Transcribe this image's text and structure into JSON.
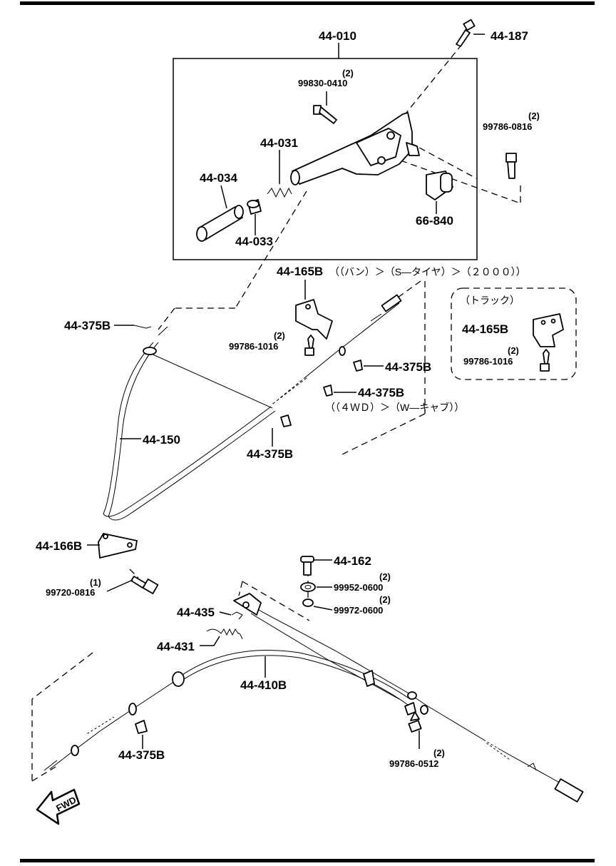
{
  "labels": {
    "l44010": "44-010",
    "l44187": "44-187",
    "q2_a": "(2)",
    "l99830": "99830-0410",
    "q2_b": "(2)",
    "l99786_0816": "99786-0816",
    "l44031": "44-031",
    "l44034": "44-034",
    "l44033": "44-033",
    "l66840": "66-840",
    "l44165B": "44-165B",
    "cond_van": "（（バン）＞（S—タイヤ）＞（２０００））",
    "truck": "（トラック）",
    "l44165B_t": "44-165B",
    "q2_t": "(2)",
    "l99786_1016_t": "99786-1016",
    "l44375B_1": "44-375B",
    "q2_c": "(2)",
    "l99786_1016": "99786-1016",
    "l44375B_2": "44-375B",
    "l44375B_3": "44-375B",
    "cond_4wd": "（（４ＷＤ）＞（W—キャブ））",
    "l44375B_4": "44-375B",
    "l44150": "44-150",
    "l44166B": "44-166B",
    "q1": "(1)",
    "l99720": "99720-0816",
    "l44162": "44-162",
    "q2_d": "(2)",
    "l99952": "99952-0600",
    "q2_e": "(2)",
    "l99972": "99972-0600",
    "l44435": "44-435",
    "l44431": "44-431",
    "l44410B": "44-410B",
    "l44375B_5": "44-375B",
    "q2_f": "(2)",
    "l99786_0512": "99786-0512",
    "fwd": "FWD"
  }
}
